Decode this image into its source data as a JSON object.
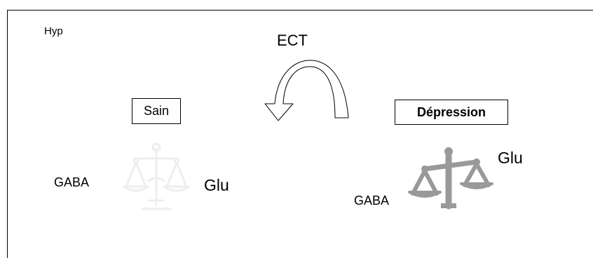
{
  "labels": {
    "hyp": "Hyp",
    "ect": "ECT",
    "healthy": "Sain",
    "depression": "Dépression",
    "gaba_left": "GABA",
    "glu_left": "Glu",
    "gaba_right": "GABA",
    "glu_right": "Glu"
  },
  "colors": {
    "healthy_scale": "#eeeeee",
    "depression_scale": "#999999",
    "arrow_stroke": "#000000"
  },
  "icons": {
    "healthy_scale": "balance-scale-icon",
    "depression_scale": "tilted-balance-scale-icon",
    "transition_arrow": "curved-arrow-icon"
  }
}
